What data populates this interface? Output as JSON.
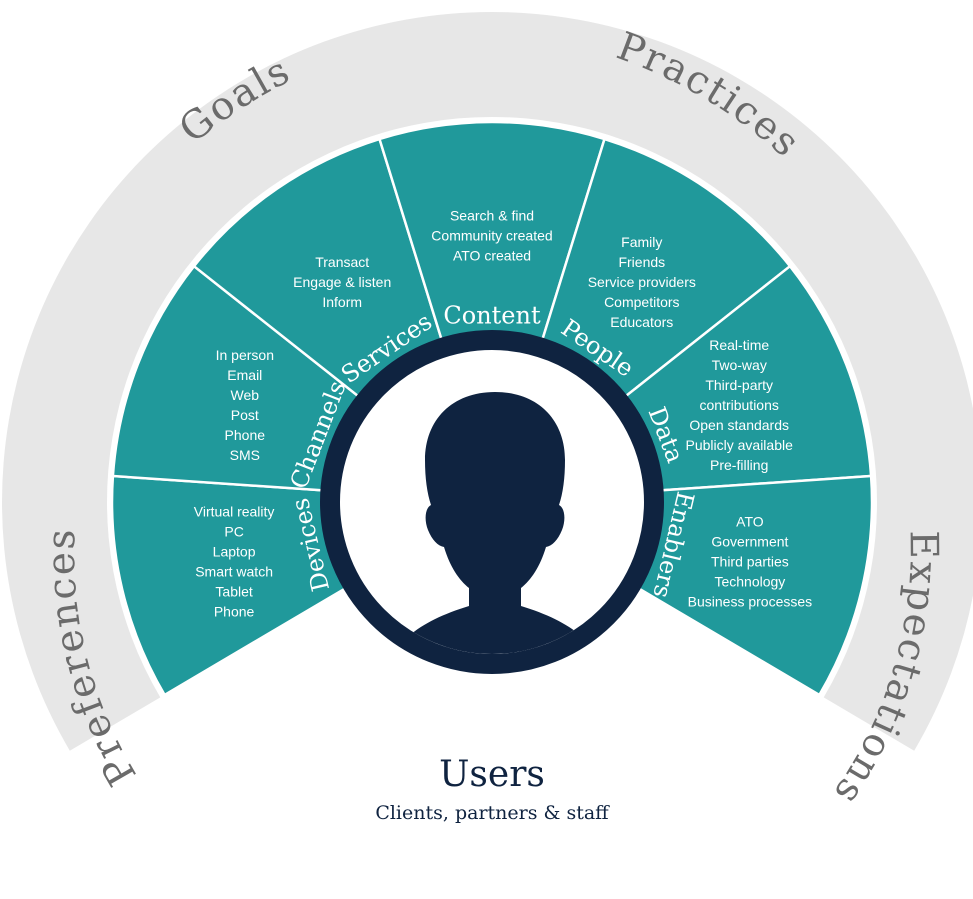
{
  "colors": {
    "segment": "#20999b",
    "outer_ring": "#e7e7e7",
    "outer_label": "#6b6b6b",
    "center_dark": "#0f2340",
    "divider": "#ffffff"
  },
  "outer_labels": [
    "Goals",
    "Practices",
    "Preferences",
    "Expectations"
  ],
  "segments": [
    {
      "label": "Devices",
      "items": [
        "Virtual reality",
        "PC",
        "Laptop",
        "Smart watch",
        "Tablet",
        "Phone"
      ]
    },
    {
      "label": "Channels",
      "items": [
        "In person",
        "Email",
        "Web",
        "Post",
        "Phone",
        "SMS"
      ]
    },
    {
      "label": "Services",
      "items": [
        "Transact",
        "Engage & listen",
        "Inform"
      ]
    },
    {
      "label": "Content",
      "items": [
        "Search & find",
        "Community created",
        "ATO created"
      ]
    },
    {
      "label": "People",
      "items": [
        "Family",
        "Friends",
        "Service providers",
        "Competitors",
        "Educators"
      ]
    },
    {
      "label": "Data",
      "items": [
        "Real-time",
        "Two-way",
        "Third-party",
        "contributions",
        "Open standards",
        "Publicly available",
        "Pre-filling"
      ]
    },
    {
      "label": "Enablers",
      "items": [
        "ATO",
        "Government",
        "Third parties",
        "Technology",
        "Business processes"
      ]
    }
  ],
  "center": {
    "icon": "user-silhouette-icon",
    "title": "Users",
    "subtitle": "Clients, partners & staff"
  }
}
